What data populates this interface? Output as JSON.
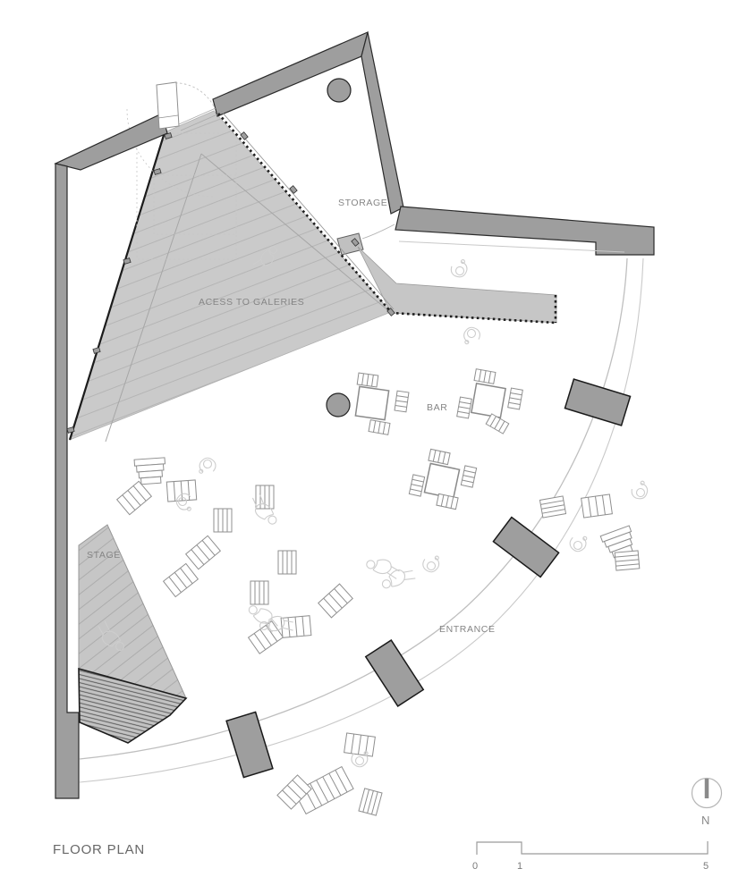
{
  "title": {
    "floor_plan": "FLOOR PLAN"
  },
  "labels": {
    "storage": "STORAGE",
    "access_to_galleries": "ACESS TO GALERIES",
    "bar": "BAR",
    "stage": "STAGE",
    "entrance": "ENTRANCE"
  },
  "compass": {
    "north": "N"
  },
  "scale_bar": {
    "t0": "0",
    "t1": "1",
    "t5": "5"
  },
  "colors": {
    "wall": "#9e9e9e",
    "wall_outline": "#2b2b2b",
    "ramp": "#cacaca",
    "stage": "#c6c6c6",
    "stairs": "#c2c2c2",
    "counter": "#c6c6c6",
    "glass_arc": "#bfbfbf",
    "furniture_stroke": "#8f8f8f",
    "figure_stroke": "#cdcdcd",
    "label_text": "#858585"
  }
}
